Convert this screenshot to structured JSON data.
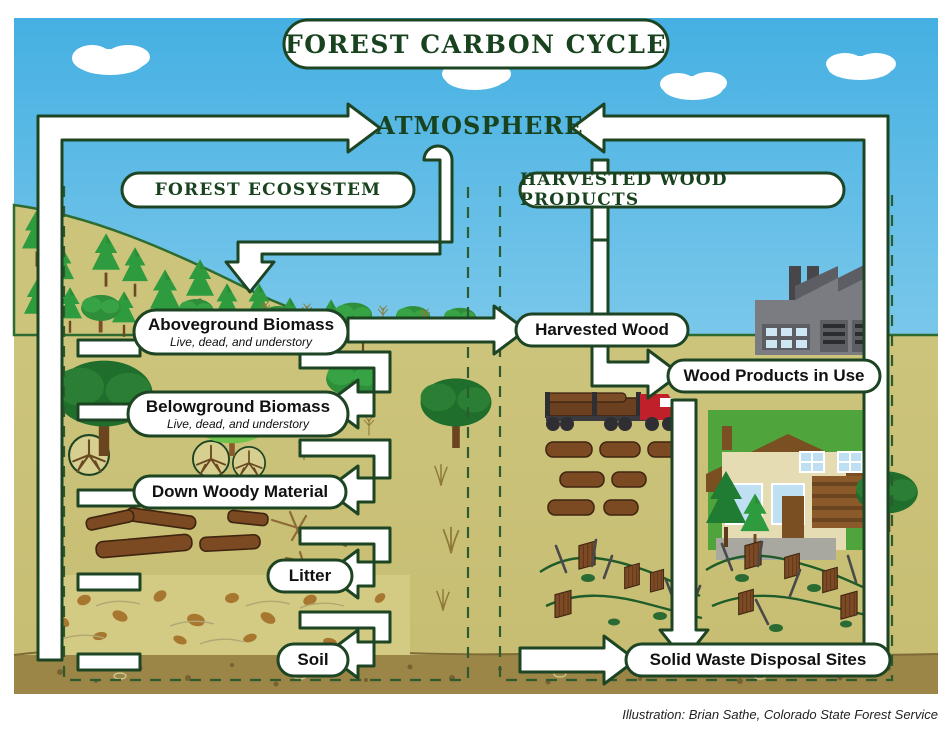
{
  "title": "FOREST CARBON CYCLE",
  "atmosphere_label": "ATMOSPHERE",
  "sections": {
    "left": "FOREST ECOSYSTEM",
    "right": "HARVESTED WOOD PRODUCTS"
  },
  "pools": {
    "aboveground": {
      "name": "Aboveground Biomass",
      "sub": "Live, dead, and understory"
    },
    "belowground": {
      "name": "Belowground Biomass",
      "sub": "Live, dead, and understory"
    },
    "down_woody": {
      "name": "Down Woody Material",
      "sub": ""
    },
    "litter": {
      "name": "Litter",
      "sub": ""
    },
    "soil": {
      "name": "Soil",
      "sub": ""
    },
    "harvested_wood": {
      "name": "Harvested Wood",
      "sub": ""
    },
    "wood_products": {
      "name": "Wood Products in Use",
      "sub": ""
    },
    "disposal": {
      "name": "Solid Waste Disposal Sites",
      "sub": ""
    }
  },
  "credit": "Illustration: Brian Sathe, Colorado State Forest Service",
  "colors": {
    "sky_top": "#4cb3e0",
    "sky_bottom": "#a8dcf0",
    "dark_green": "#19431f",
    "ground": "#c9c177",
    "ground_mid": "#cfc77f",
    "soil_brown": "#9a8449",
    "grass_green": "#4ea53a",
    "white": "#ffffff",
    "outline": "#1d4423",
    "factory_gray": "#7a7a80",
    "truck_red": "#c0202a",
    "log_brown": "#7a4a22"
  },
  "icons": {
    "conifer": "conifer-tree-icon",
    "deciduous": "deciduous-tree-icon",
    "factory": "factory-icon",
    "log_truck": "log-truck-icon",
    "house": "house-icon",
    "stump": "stump-icon",
    "roots": "root-ball-icon",
    "leaf_litter": "leaf-litter-icon",
    "cloud": "cloud-icon"
  },
  "flows": [
    {
      "from": "Atmosphere",
      "to": "Aboveground Biomass",
      "name": "photosynthesis-uptake"
    },
    {
      "from": "Forest Ecosystem",
      "to": "Atmosphere",
      "name": "forest-respiration-emission"
    },
    {
      "from": "Harvested Wood Products",
      "to": "Atmosphere",
      "name": "hwp-emission"
    },
    {
      "from": "Aboveground Biomass",
      "to": "Belowground Biomass",
      "name": "above-to-below"
    },
    {
      "from": "Belowground Biomass",
      "to": "Down Woody Material",
      "name": "below-to-dwm"
    },
    {
      "from": "Down Woody Material",
      "to": "Litter",
      "name": "dwm-to-litter"
    },
    {
      "from": "Litter",
      "to": "Soil",
      "name": "litter-to-soil"
    },
    {
      "from": "Aboveground Biomass",
      "to": "Harvested Wood",
      "name": "above-to-harvest"
    },
    {
      "from": "Harvested Wood",
      "to": "Wood Products in Use",
      "name": "harvest-to-products"
    },
    {
      "from": "Wood Products in Use",
      "to": "Solid Waste Disposal Sites",
      "name": "products-to-disposal"
    }
  ]
}
